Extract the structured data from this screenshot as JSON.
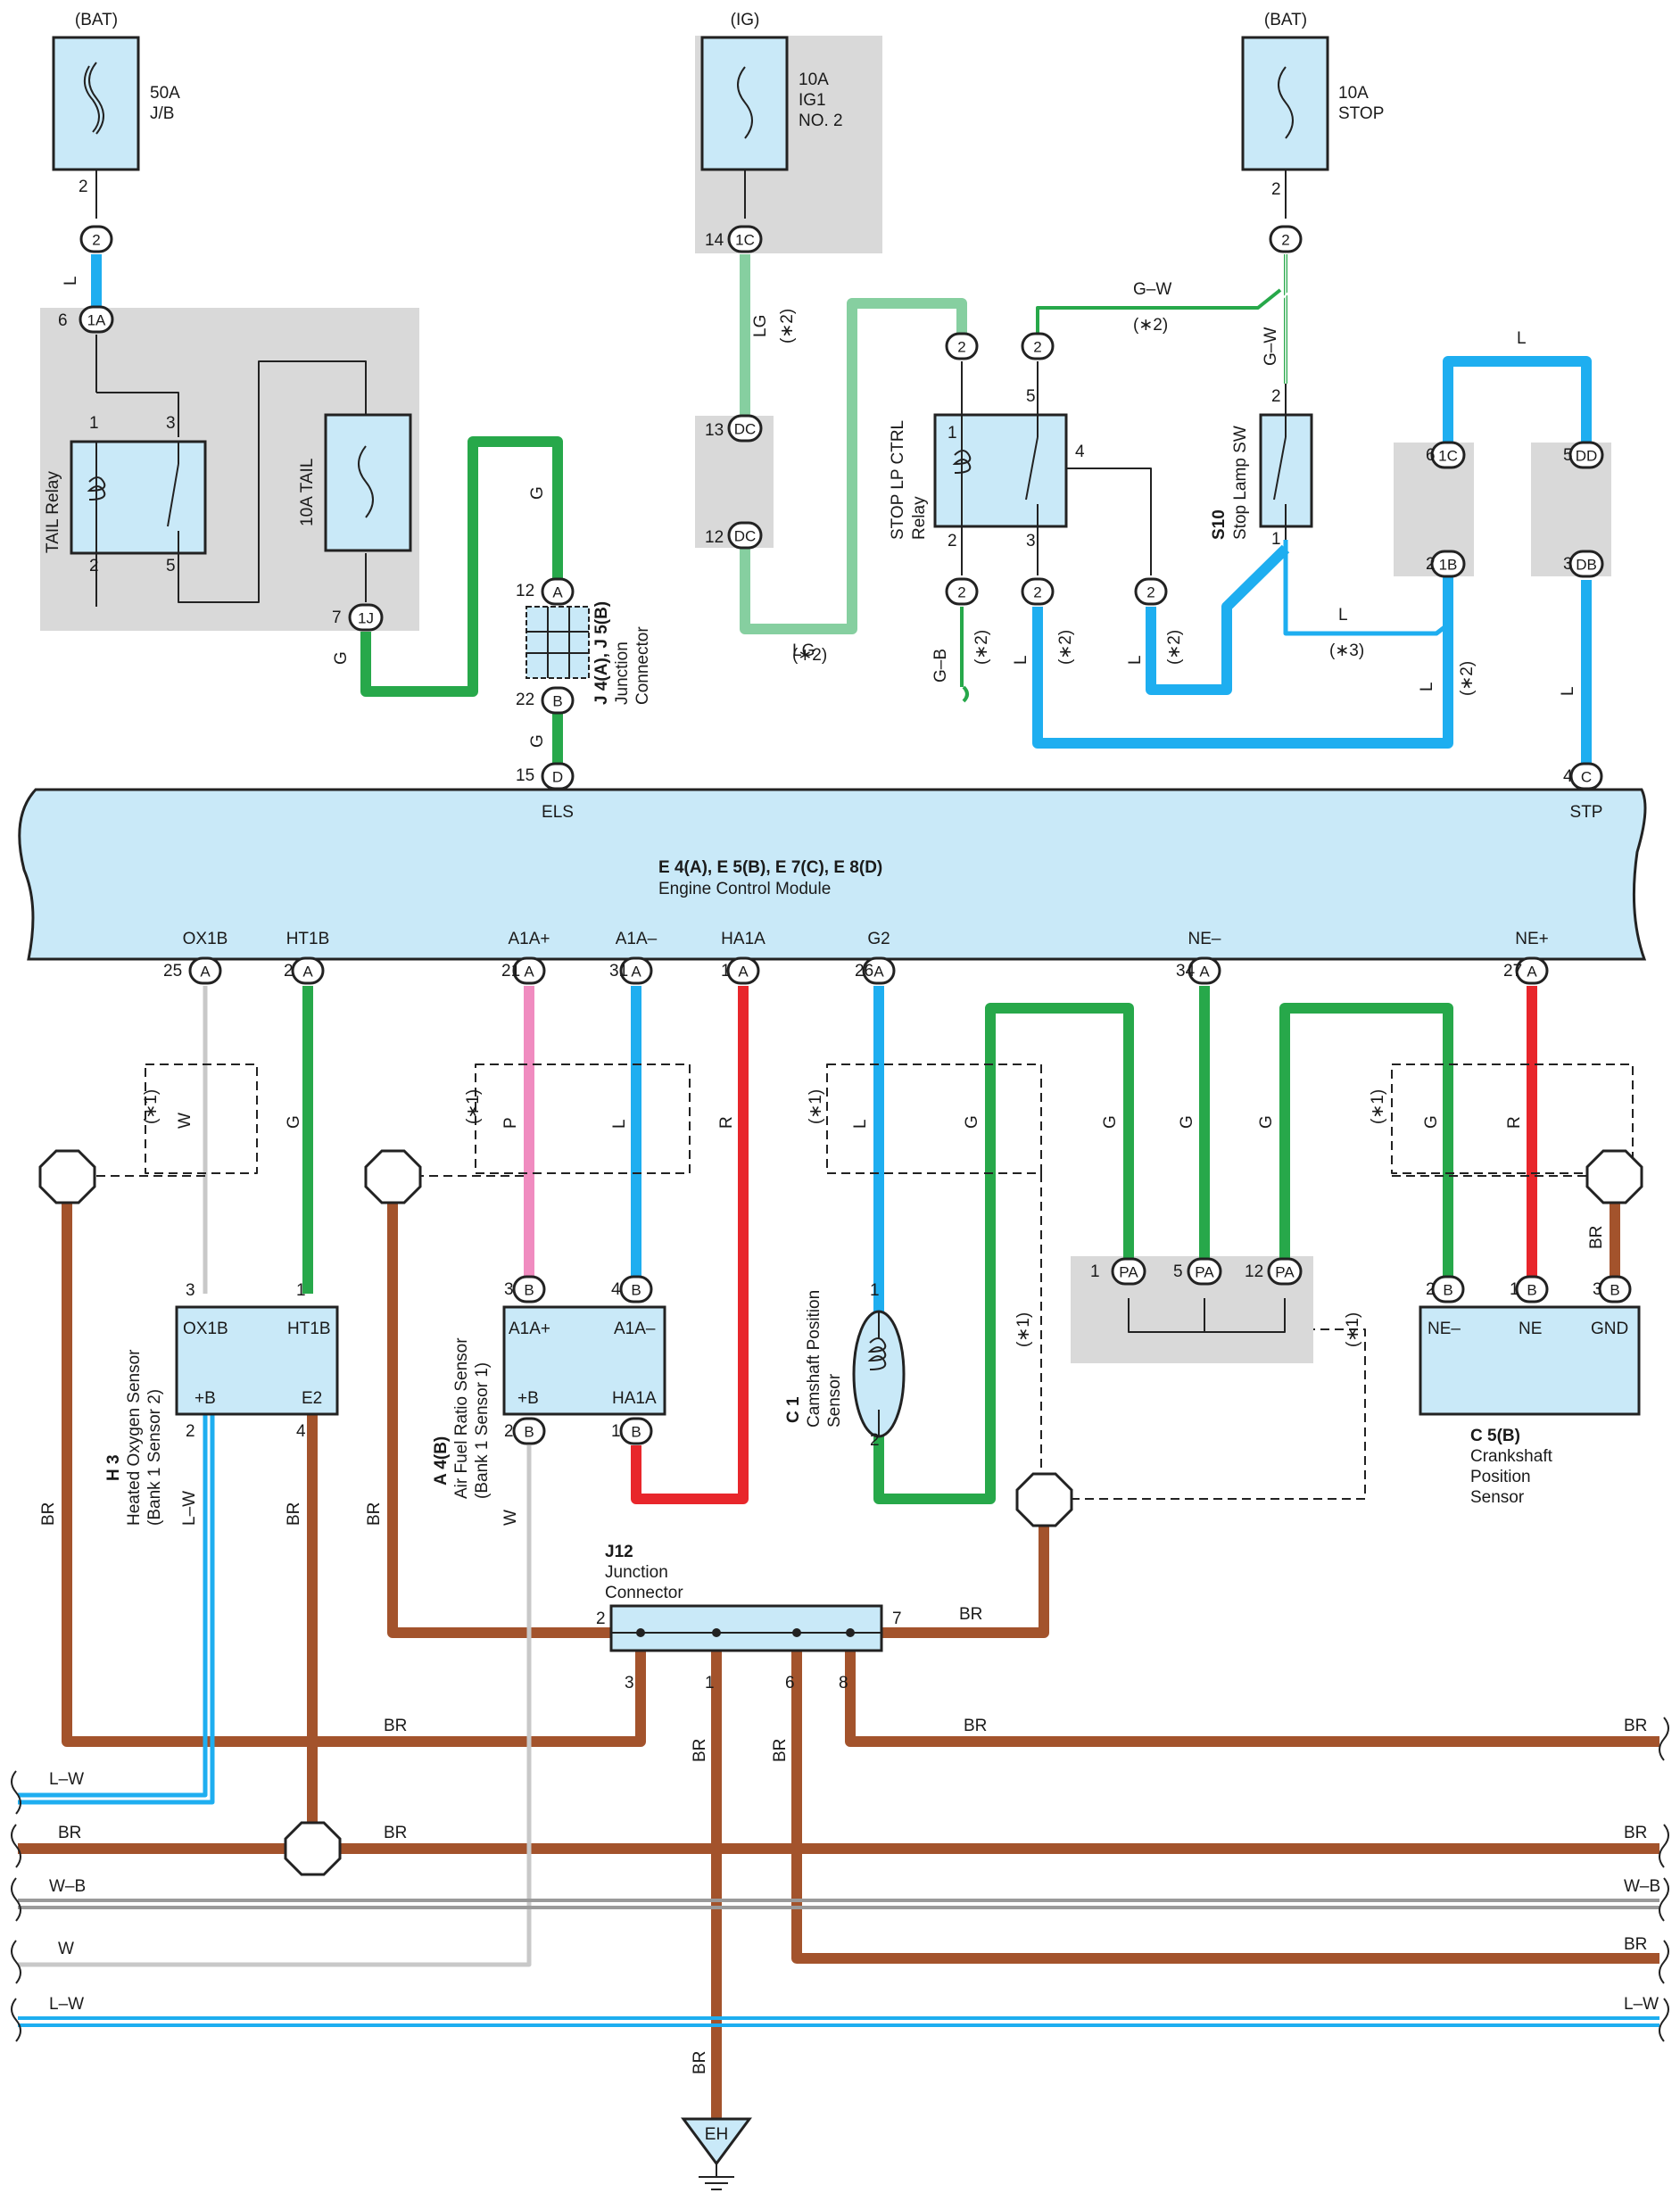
{
  "colors": {
    "L": "#1eaef0",
    "G": "#27a84a",
    "LG": "#86cfa0",
    "R": "#e8262b",
    "BR": "#a3532c",
    "P": "#f08cc0",
    "W": "#c8c8c8",
    "WB": "#9a9a9a",
    "box_fill": "#c9e9f8",
    "gray_fill": "#d9d9d9"
  },
  "power": {
    "bat_left": "(BAT)",
    "fuse_50a": "50A",
    "fuse_50a_loc": "J/B",
    "ig": "(IG)",
    "fuse_ig1_a": "10A",
    "fuse_ig1_b": "IG1",
    "fuse_ig1_c": "NO. 2",
    "bat_right": "(BAT)",
    "fuse_stop_a": "10A",
    "fuse_stop_b": "STOP"
  },
  "relays": {
    "tail": "TAIL Relay",
    "tail_fuse": "10A TAIL",
    "stop_ctrl_a": "STOP LP CTRL",
    "stop_ctrl_b": "Relay",
    "stop_sw_id": "S10",
    "stop_sw": "Stop Lamp SW"
  },
  "junctions": {
    "j45_id": "J 4(A), J 5(B)",
    "j45_a": "Junction",
    "j45_b": "Connector",
    "j12_id": "J12",
    "j12_a": "Junction",
    "j12_b": "Connector"
  },
  "ecm": {
    "id": "E 4(A), E 5(B), E 7(C), E 8(D)",
    "name": "Engine Control Module",
    "top_pins": [
      "ELS",
      "STP"
    ],
    "bottom_pins": [
      "OX1B",
      "HT1B",
      "A1A+",
      "A1A–",
      "HA1A",
      "G2",
      "NE–",
      "NE+"
    ]
  },
  "sensors": {
    "h3_id": "H 3",
    "h3_a": "Heated Oxygen Sensor",
    "h3_b": "(Bank 1 Sensor 2)",
    "h3_pins": [
      "OX1B",
      "HT1B",
      "+B",
      "E2"
    ],
    "a4_id": "A 4(B)",
    "a4_a": "Air Fuel Ratio Sensor",
    "a4_b": "(Bank 1 Sensor 1)",
    "a4_pins": [
      "A1A+",
      "A1A–",
      "+B",
      "HA1A"
    ],
    "c1_id": "C 1",
    "c1_a": "Camshaft Position",
    "c1_b": "Sensor",
    "c5_id": "C 5(B)",
    "c5_a": "Crankshaft",
    "c5_b": "Position",
    "c5_c": "Sensor",
    "c5_pins": [
      "NE–",
      "NE",
      "GND"
    ]
  },
  "ground": "EH",
  "notes": {
    "n1": "(∗1)",
    "n2": "(∗2)",
    "n3": "(∗3)"
  },
  "connectors": [
    "2",
    "1A",
    "1J",
    "A",
    "B",
    "D",
    "1C",
    "DC",
    "DC",
    "2",
    "2",
    "2",
    "2",
    "2",
    "2",
    "1C",
    "1B",
    "DD",
    "DB",
    "C",
    "A",
    "A",
    "A",
    "A",
    "A",
    "A",
    "A",
    "A",
    "B",
    "B",
    "B",
    "B",
    "PA",
    "PA",
    "PA",
    "B",
    "B",
    "B"
  ],
  "wire_labels": {
    "L": "L",
    "G": "G",
    "LG": "LG",
    "GW": "G–W",
    "GB": "G–B",
    "R": "R",
    "BR": "BR",
    "P": "P",
    "W": "W",
    "LW": "L–W",
    "WB": "W–B"
  }
}
